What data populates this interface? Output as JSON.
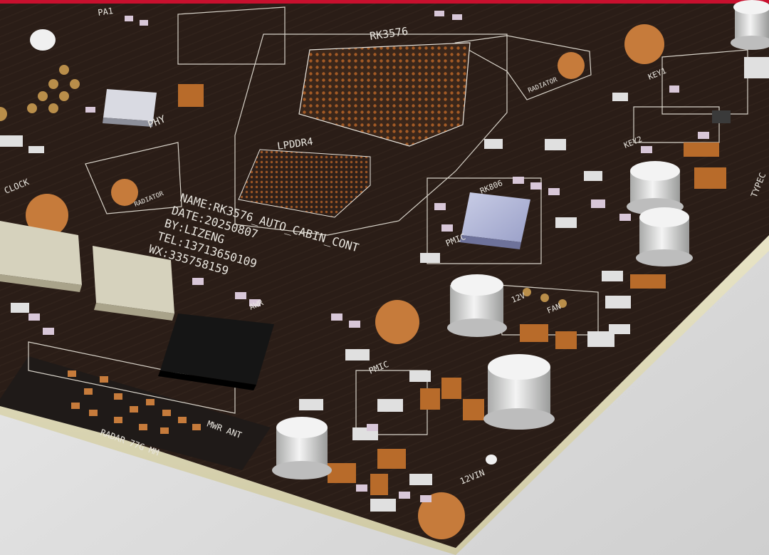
{
  "window": {
    "accent_color": "#c8102e"
  },
  "pcb": {
    "board_color": "#2a1d17",
    "copper_color": "#b86b2a",
    "silk_color": "#e9e6df",
    "labels": {
      "soc": "RK3576",
      "lpddr": "LPDDR4",
      "radiator_1": "RADIATOR",
      "radiator_2": "RADIATOR",
      "phy": "PHY",
      "clock": "CLOCK",
      "key1": "KEY1",
      "key2": "KEY2",
      "typec": "TYPEC",
      "pmic_1": "PMIC",
      "pmic_2": "PMIC",
      "awr": "AWR",
      "fan": "FAN",
      "v12": "12V",
      "v12in": "12VIN",
      "mwr_ant": "MWR ANT",
      "radar": "RADAR  77G MM",
      "pa": "PA1",
      "rk806": "RK806"
    },
    "info_block": {
      "name": "NAME:RK3576_AUTO_CABIN_CONT",
      "date": "DATE:20250807",
      "by": "BY:LIZENG",
      "tel": "TEL:13713650109",
      "wx": "WX:335758159"
    }
  }
}
